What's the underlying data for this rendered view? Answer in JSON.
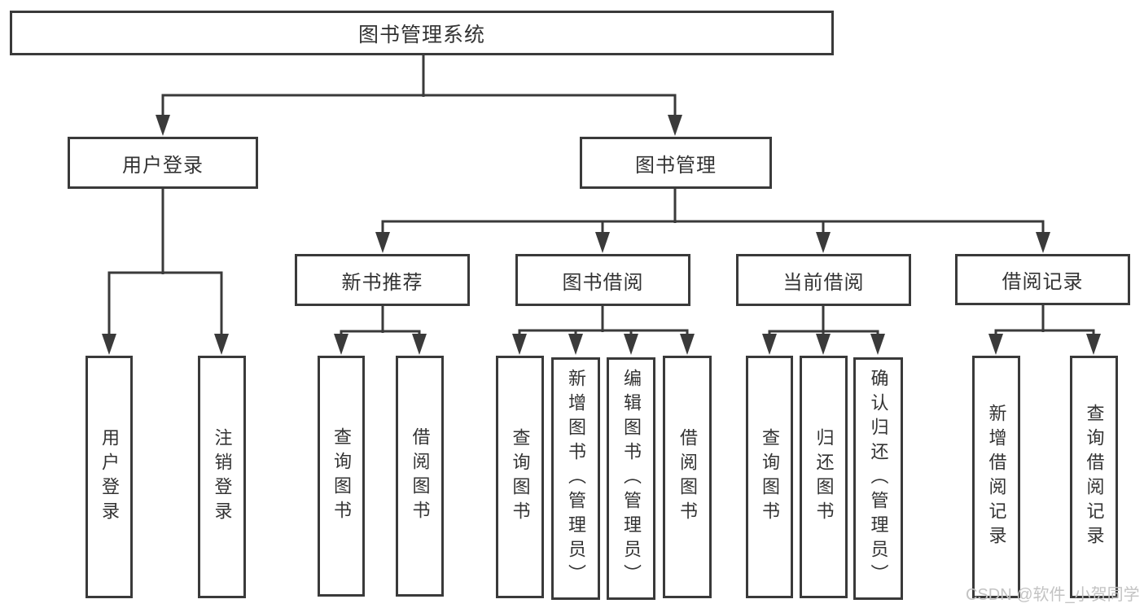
{
  "diagram": {
    "root": {
      "label": "图书管理系统"
    },
    "branches": [
      {
        "label": "用户登录",
        "children": [
          {
            "label": "用户登录"
          },
          {
            "label": "注销登录"
          }
        ]
      },
      {
        "label": "图书管理",
        "children": [
          {
            "label": "新书推荐",
            "children": [
              {
                "label": "查询图书"
              },
              {
                "label": "借阅图书"
              }
            ]
          },
          {
            "label": "图书借阅",
            "children": [
              {
                "label": "查询图书"
              },
              {
                "label": "新增图书（管理员）"
              },
              {
                "label": "编辑图书（管理员）"
              },
              {
                "label": "借阅图书"
              }
            ]
          },
          {
            "label": "当前借阅",
            "children": [
              {
                "label": "查询图书"
              },
              {
                "label": "归还图书"
              },
              {
                "label": "确认归还（管理员）"
              }
            ]
          },
          {
            "label": "借阅记录",
            "children": [
              {
                "label": "新增借阅记录"
              },
              {
                "label": "查询借阅记录"
              }
            ]
          }
        ]
      }
    ]
  },
  "watermark": {
    "text": "CSDN @软件_小贺同学"
  },
  "colors": {
    "line": "#3a3a3a",
    "text": "#333333",
    "watermark": "#c3c3c3",
    "background": "#ffffff"
  }
}
